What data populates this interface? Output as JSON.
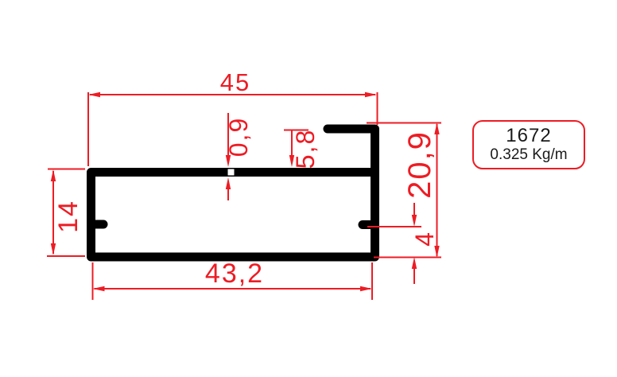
{
  "drawing": {
    "title": "aluminium-profile-cross-section",
    "profile_label": {
      "code": "1672",
      "weight": "0.325 Kg/m"
    },
    "dimensions": {
      "top_width": "45",
      "wall_thickness": "0,9",
      "hook_depth": "5,8",
      "right_height": "20,9",
      "tab_offset": "4",
      "left_height": "14",
      "bottom_width": "43,2"
    },
    "colors": {
      "dimension_red": "#ed1c24",
      "profile_black": "#000000",
      "background": "#ffffff"
    }
  }
}
